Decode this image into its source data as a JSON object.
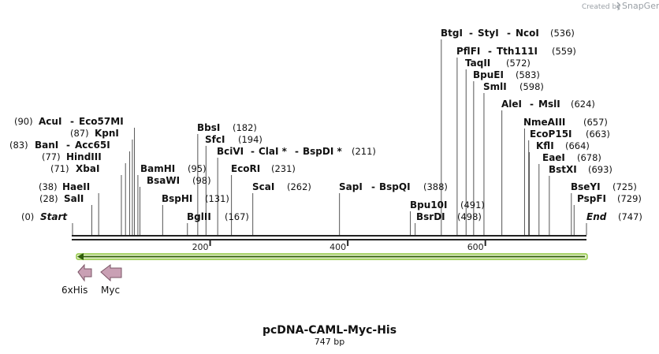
{
  "credit": {
    "created_by": "Created by",
    "brand": "SnapGene"
  },
  "map": {
    "name": "pcDNA-CAML-Myc-His",
    "length_label": "747 bp",
    "length_bp": 747,
    "ticks": [
      {
        "bp": 200,
        "label": "200"
      },
      {
        "bp": 400,
        "label": "400"
      },
      {
        "bp": 600,
        "label": "600"
      }
    ],
    "ends": [
      {
        "name": "Start",
        "pos_label": "(0)",
        "bp": 0
      },
      {
        "name": "End",
        "pos_label": "(747)",
        "bp": 747
      }
    ],
    "sites": [
      {
        "bp": 28,
        "names": [
          "SalI"
        ],
        "pos_label": "(28)"
      },
      {
        "bp": 38,
        "names": [
          "HaeII"
        ],
        "pos_label": "(38)"
      },
      {
        "bp": 71,
        "names": [
          "XbaI"
        ],
        "pos_label": "(71)"
      },
      {
        "bp": 77,
        "names": [
          "HindIII"
        ],
        "pos_label": "(77)"
      },
      {
        "bp": 83,
        "names": [
          "BanI",
          "Acc65I"
        ],
        "pos_label": "(83)"
      },
      {
        "bp": 87,
        "names": [
          "KpnI"
        ],
        "pos_label": "(87)"
      },
      {
        "bp": 90,
        "names": [
          "AcuI",
          "Eco57MI"
        ],
        "pos_label": "(90)"
      },
      {
        "bp": 95,
        "names": [
          "BamHI"
        ],
        "pos_label": "(95)"
      },
      {
        "bp": 98,
        "names": [
          "BsaWI"
        ],
        "pos_label": "(98)"
      },
      {
        "bp": 131,
        "names": [
          "BspHI"
        ],
        "pos_label": "(131)"
      },
      {
        "bp": 167,
        "names": [
          "BglII"
        ],
        "pos_label": "(167)"
      },
      {
        "bp": 182,
        "names": [
          "BbsI"
        ],
        "pos_label": "(182)"
      },
      {
        "bp": 194,
        "names": [
          "SfcI"
        ],
        "pos_label": "(194)"
      },
      {
        "bp": 211,
        "names": [
          "BciVI",
          "ClaI *",
          "BspDI *"
        ],
        "pos_label": "(211)"
      },
      {
        "bp": 231,
        "names": [
          "EcoRI"
        ],
        "pos_label": "(231)"
      },
      {
        "bp": 262,
        "names": [
          "ScaI"
        ],
        "pos_label": "(262)"
      },
      {
        "bp": 388,
        "names": [
          "SapI",
          "BspQI"
        ],
        "pos_label": "(388)"
      },
      {
        "bp": 491,
        "names": [
          "Bpu10I"
        ],
        "pos_label": "(491)"
      },
      {
        "bp": 498,
        "names": [
          "BsrDI"
        ],
        "pos_label": "(498)"
      },
      {
        "bp": 536,
        "names": [
          "BtgI",
          "StyI",
          "NcoI"
        ],
        "pos_label": "(536)"
      },
      {
        "bp": 559,
        "names": [
          "PflFI",
          "Tth111I"
        ],
        "pos_label": "(559)"
      },
      {
        "bp": 572,
        "names": [
          "TaqII"
        ],
        "pos_label": "(572)"
      },
      {
        "bp": 583,
        "names": [
          "BpuEI"
        ],
        "pos_label": "(583)"
      },
      {
        "bp": 598,
        "names": [
          "SmlI"
        ],
        "pos_label": "(598)"
      },
      {
        "bp": 624,
        "names": [
          "AleI",
          "MslI"
        ],
        "pos_label": "(624)"
      },
      {
        "bp": 657,
        "names": [
          "NmeAIII"
        ],
        "pos_label": "(657)"
      },
      {
        "bp": 663,
        "names": [
          "EcoP15I"
        ],
        "pos_label": "(663)"
      },
      {
        "bp": 664,
        "names": [
          "KflI"
        ],
        "pos_label": "(664)"
      },
      {
        "bp": 678,
        "names": [
          "EaeI"
        ],
        "pos_label": "(678)"
      },
      {
        "bp": 693,
        "names": [
          "BstXI"
        ],
        "pos_label": "(693)"
      },
      {
        "bp": 725,
        "names": [
          "BseYI"
        ],
        "pos_label": "(725)"
      },
      {
        "bp": 729,
        "names": [
          "PspFI"
        ],
        "pos_label": "(729)"
      }
    ],
    "orf": {
      "direction": "reverse",
      "color": "#8dc63f"
    },
    "features": [
      {
        "name": "6xHis",
        "direction": "reverse",
        "color": "#c9a0b4"
      },
      {
        "name": "Myc",
        "direction": "reverse",
        "color": "#c9a0b4"
      }
    ]
  }
}
